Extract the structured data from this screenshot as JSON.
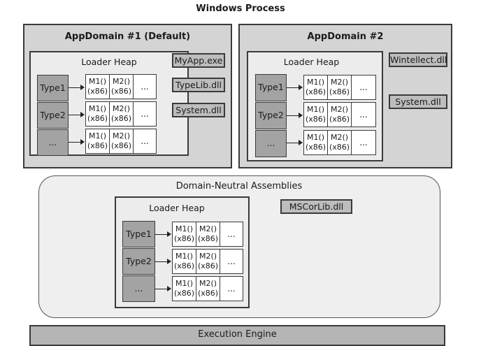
{
  "process_title": "Windows Process",
  "appdomain1": {
    "title": "AppDomain #1 (Default)",
    "heap_label": "Loader Heap",
    "types": [
      "Type1",
      "Type2",
      "..."
    ],
    "assemblies": [
      "MyApp.exe",
      "TypeLib.dll",
      "System.dll"
    ]
  },
  "appdomain2": {
    "title": "AppDomain #2",
    "heap_label": "Loader Heap",
    "types": [
      "Type1",
      "Type2",
      "..."
    ],
    "assemblies": [
      "Wintellect.dll",
      "System.dll"
    ]
  },
  "neutral": {
    "title": "Domain-Neutral Assemblies",
    "heap_label": "Loader Heap",
    "types": [
      "Type1",
      "Type2",
      "..."
    ],
    "assemblies": [
      "MSCorLib.dll"
    ]
  },
  "methods": {
    "m1": "M1()",
    "m2": "M2()",
    "arch": "(x86)",
    "more": "..."
  },
  "engine_label": "Execution Engine"
}
